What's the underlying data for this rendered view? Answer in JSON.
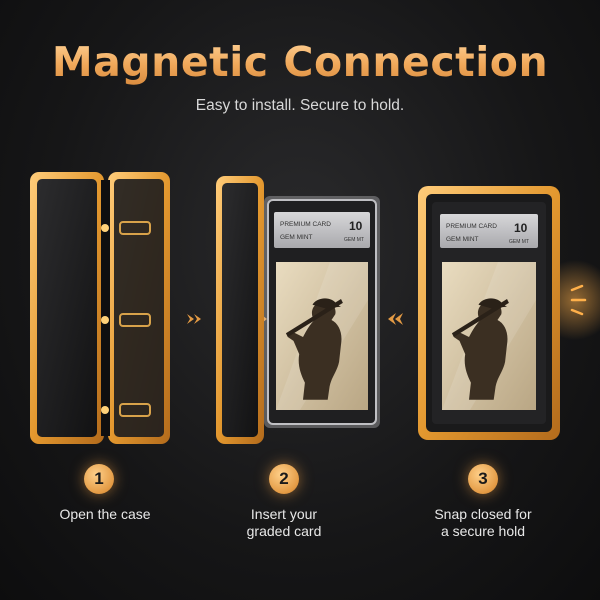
{
  "header": {
    "title": "Magnetic Connection",
    "subtitle": "Easy to install. Secure to hold."
  },
  "card": {
    "label_line1": "PREMIUM CARD",
    "label_line2": "GEM MINT",
    "grade": "10",
    "grade_label": "GEM MT"
  },
  "steps": [
    {
      "number": "1",
      "lines": [
        "Open the case"
      ]
    },
    {
      "number": "2",
      "lines": [
        "Insert your",
        "graded card"
      ]
    },
    {
      "number": "3",
      "lines": [
        "Snap closed for",
        "a secure hold"
      ]
    }
  ],
  "colors": {
    "accent": "#f0a85a",
    "gold_frame": "#e3982f",
    "background": "#161617"
  }
}
